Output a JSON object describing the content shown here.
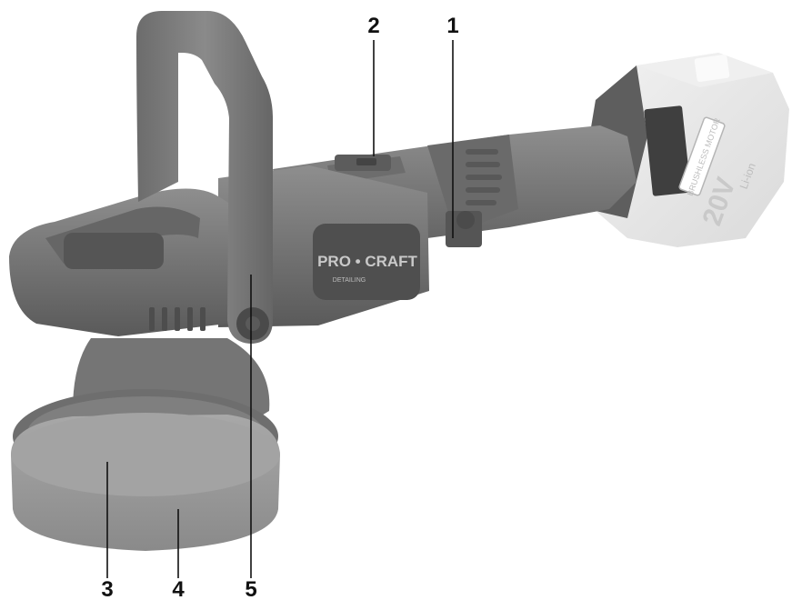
{
  "diagram": {
    "callouts": [
      {
        "id": "1",
        "label": "1"
      },
      {
        "id": "2",
        "label": "2"
      },
      {
        "id": "3",
        "label": "3"
      },
      {
        "id": "4",
        "label": "4"
      },
      {
        "id": "5",
        "label": "5"
      }
    ]
  },
  "product": {
    "brand_main": "PRO • CRAFT",
    "brand_sub": "DETAILING",
    "battery_voltage": "20V",
    "battery_badge": "BRUSHLESS MOTOR",
    "battery_chem": "Li-ion"
  },
  "colors": {
    "body": "#7c7c7c",
    "body_dark": "#5e5e5e",
    "body_light": "#9a9a9a",
    "pad": "#9c9c9c",
    "battery": "#e6e6e6",
    "ink": "#111111"
  }
}
